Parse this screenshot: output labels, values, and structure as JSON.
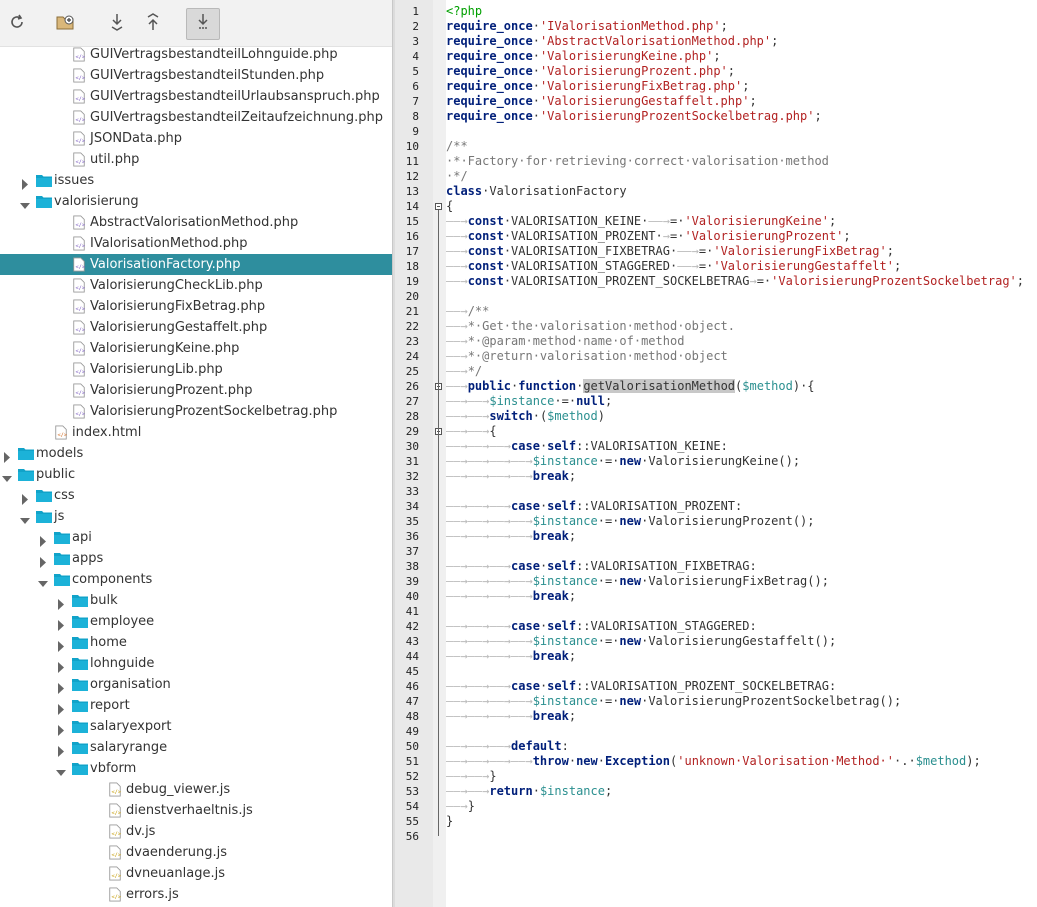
{
  "toolbar": {
    "buttons": [
      {
        "icon": "refresh-icon"
      },
      {
        "icon": "new-folder-icon"
      },
      {
        "icon": "collapse-icon"
      },
      {
        "icon": "expand-icon"
      },
      {
        "icon": "sync-editor-icon",
        "active": true
      }
    ]
  },
  "tree": [
    {
      "label": "GUIVertragsbestandteilLohnguide.php",
      "depth": 4,
      "type": "php"
    },
    {
      "label": "GUIVertragsbestandteilStunden.php",
      "depth": 4,
      "type": "php"
    },
    {
      "label": "GUIVertragsbestandteilUrlaubsanspruch.php",
      "depth": 4,
      "type": "php"
    },
    {
      "label": "GUIVertragsbestandteilZeitaufzeichnung.php",
      "depth": 4,
      "type": "php"
    },
    {
      "label": "JSONData.php",
      "depth": 4,
      "type": "php"
    },
    {
      "label": "util.php",
      "depth": 4,
      "type": "php"
    },
    {
      "label": "issues",
      "depth": 2,
      "type": "folder",
      "expanded": false
    },
    {
      "label": "valorisierung",
      "depth": 2,
      "type": "folder",
      "expanded": true
    },
    {
      "label": "AbstractValorisationMethod.php",
      "depth": 4,
      "type": "php"
    },
    {
      "label": "IValorisationMethod.php",
      "depth": 4,
      "type": "php"
    },
    {
      "label": "ValorisationFactory.php",
      "depth": 4,
      "type": "php",
      "selected": true
    },
    {
      "label": "ValorisierungCheckLib.php",
      "depth": 4,
      "type": "php"
    },
    {
      "label": "ValorisierungFixBetrag.php",
      "depth": 4,
      "type": "php"
    },
    {
      "label": "ValorisierungGestaffelt.php",
      "depth": 4,
      "type": "php"
    },
    {
      "label": "ValorisierungKeine.php",
      "depth": 4,
      "type": "php"
    },
    {
      "label": "ValorisierungLib.php",
      "depth": 4,
      "type": "php"
    },
    {
      "label": "ValorisierungProzent.php",
      "depth": 4,
      "type": "php"
    },
    {
      "label": "ValorisierungProzentSockelbetrag.php",
      "depth": 4,
      "type": "php"
    },
    {
      "label": "index.html",
      "depth": 3,
      "type": "html"
    },
    {
      "label": "models",
      "depth": 1,
      "type": "folder",
      "expanded": false
    },
    {
      "label": "public",
      "depth": 1,
      "type": "folder",
      "expanded": true
    },
    {
      "label": "css",
      "depth": 2,
      "type": "folder",
      "expanded": false
    },
    {
      "label": "js",
      "depth": 2,
      "type": "folder",
      "expanded": true
    },
    {
      "label": "api",
      "depth": 3,
      "type": "folder",
      "expanded": false
    },
    {
      "label": "apps",
      "depth": 3,
      "type": "folder",
      "expanded": false
    },
    {
      "label": "components",
      "depth": 3,
      "type": "folder",
      "expanded": true
    },
    {
      "label": "bulk",
      "depth": 4,
      "type": "folder",
      "expanded": false
    },
    {
      "label": "employee",
      "depth": 4,
      "type": "folder",
      "expanded": false
    },
    {
      "label": "home",
      "depth": 4,
      "type": "folder",
      "expanded": false
    },
    {
      "label": "lohnguide",
      "depth": 4,
      "type": "folder",
      "expanded": false
    },
    {
      "label": "organisation",
      "depth": 4,
      "type": "folder",
      "expanded": false
    },
    {
      "label": "report",
      "depth": 4,
      "type": "folder",
      "expanded": false
    },
    {
      "label": "salaryexport",
      "depth": 4,
      "type": "folder",
      "expanded": false
    },
    {
      "label": "salaryrange",
      "depth": 4,
      "type": "folder",
      "expanded": false
    },
    {
      "label": "vbform",
      "depth": 4,
      "type": "folder",
      "expanded": true
    },
    {
      "label": "debug_viewer.js",
      "depth": 6,
      "type": "js"
    },
    {
      "label": "dienstverhaeltnis.js",
      "depth": 6,
      "type": "js"
    },
    {
      "label": "dv.js",
      "depth": 6,
      "type": "js"
    },
    {
      "label": "dvaenderung.js",
      "depth": 6,
      "type": "js"
    },
    {
      "label": "dvneuanlage.js",
      "depth": 6,
      "type": "js"
    },
    {
      "label": "errors.js",
      "depth": 6,
      "type": "js"
    }
  ],
  "editor": {
    "colors": {
      "keyword": "#001f7a",
      "string": "#b22222",
      "comment": "#777777",
      "tag": "#00a000",
      "variable": "#2a8f8f",
      "selection": "#2e8e9e"
    },
    "lines": [
      [
        [
          "tg",
          "<?php"
        ]
      ],
      [
        [
          "kw",
          "require_once"
        ],
        [
          "",
          "·"
        ],
        [
          "st",
          "'IValorisationMethod.php'"
        ],
        [
          "",
          ";"
        ]
      ],
      [
        [
          "kw",
          "require_once"
        ],
        [
          "",
          "·"
        ],
        [
          "st",
          "'AbstractValorisationMethod.php'"
        ],
        [
          "",
          ";"
        ]
      ],
      [
        [
          "kw",
          "require_once"
        ],
        [
          "",
          "·"
        ],
        [
          "st",
          "'ValorisierungKeine.php'"
        ],
        [
          "",
          ";"
        ]
      ],
      [
        [
          "kw",
          "require_once"
        ],
        [
          "",
          "·"
        ],
        [
          "st",
          "'ValorisierungProzent.php'"
        ],
        [
          "",
          ";"
        ]
      ],
      [
        [
          "kw",
          "require_once"
        ],
        [
          "",
          "·"
        ],
        [
          "st",
          "'ValorisierungFixBetrag.php'"
        ],
        [
          "",
          ";"
        ]
      ],
      [
        [
          "kw",
          "require_once"
        ],
        [
          "",
          "·"
        ],
        [
          "st",
          "'ValorisierungGestaffelt.php'"
        ],
        [
          "",
          ";"
        ]
      ],
      [
        [
          "kw",
          "require_once"
        ],
        [
          "",
          "·"
        ],
        [
          "st",
          "'ValorisierungProzentSockelbetrag.php'"
        ],
        [
          "",
          ";"
        ]
      ],
      [],
      [
        [
          "cm",
          "/**"
        ]
      ],
      [
        [
          "cm",
          "·*·Factory·for·retrieving·correct·valorisation·method"
        ]
      ],
      [
        [
          "cm",
          "·*/"
        ]
      ],
      [
        [
          "kw",
          "class"
        ],
        [
          "",
          "·ValorisationFactory"
        ]
      ],
      [
        [
          "",
          "{"
        ]
      ],
      [
        [
          "tab",
          "——→"
        ],
        [
          "kw",
          "const"
        ],
        [
          "",
          "·VALORISATION_KEINE·"
        ],
        [
          "tab",
          "——→"
        ],
        [
          "",
          "=·"
        ],
        [
          "st",
          "'ValorisierungKeine'"
        ],
        [
          "",
          ";"
        ]
      ],
      [
        [
          "tab",
          "——→"
        ],
        [
          "kw",
          "const"
        ],
        [
          "",
          "·VALORISATION_PROZENT·"
        ],
        [
          "tab",
          "→"
        ],
        [
          "",
          "=·"
        ],
        [
          "st",
          "'ValorisierungProzent'"
        ],
        [
          "",
          ";"
        ]
      ],
      [
        [
          "tab",
          "——→"
        ],
        [
          "kw",
          "const"
        ],
        [
          "",
          "·VALORISATION_FIXBETRAG·"
        ],
        [
          "tab",
          "——→"
        ],
        [
          "",
          "=·"
        ],
        [
          "st",
          "'ValorisierungFixBetrag'"
        ],
        [
          "",
          ";"
        ]
      ],
      [
        [
          "tab",
          "——→"
        ],
        [
          "kw",
          "const"
        ],
        [
          "",
          "·VALORISATION_STAGGERED·"
        ],
        [
          "tab",
          "——→"
        ],
        [
          "",
          "=·"
        ],
        [
          "st",
          "'ValorisierungGestaffelt'"
        ],
        [
          "",
          ";"
        ]
      ],
      [
        [
          "tab",
          "——→"
        ],
        [
          "kw",
          "const"
        ],
        [
          "",
          "·VALORISATION_PROZENT_SOCKELBETRAG"
        ],
        [
          "tab",
          "→"
        ],
        [
          "",
          "=·"
        ],
        [
          "st",
          "'ValorisierungProzentSockelbetrag'"
        ],
        [
          "",
          ";"
        ]
      ],
      [],
      [
        [
          "tab",
          "——→"
        ],
        [
          "cm",
          "/**"
        ]
      ],
      [
        [
          "tab",
          "——→"
        ],
        [
          "cm",
          "*·Get·the·valorisation·method·object."
        ]
      ],
      [
        [
          "tab",
          "——→"
        ],
        [
          "cm",
          "*·@param·method·name·of·method"
        ]
      ],
      [
        [
          "tab",
          "——→"
        ],
        [
          "cm",
          "*·@return·valorisation·method·object"
        ]
      ],
      [
        [
          "tab",
          "——→"
        ],
        [
          "cm",
          "*/"
        ]
      ],
      [
        [
          "tab",
          "——→"
        ],
        [
          "kw",
          "public"
        ],
        [
          "",
          "·"
        ],
        [
          "kw",
          "function"
        ],
        [
          "",
          "·"
        ],
        [
          "hl",
          "getValorisationMethod"
        ],
        [
          "",
          "("
        ],
        [
          "vr",
          "$method"
        ],
        [
          "",
          ")·{"
        ]
      ],
      [
        [
          "tab",
          "——→——→"
        ],
        [
          "vr",
          "$instance"
        ],
        [
          "",
          "·=·"
        ],
        [
          "kw",
          "null"
        ],
        [
          "",
          ";"
        ]
      ],
      [
        [
          "tab",
          "——→——→"
        ],
        [
          "kw",
          "switch"
        ],
        [
          "",
          "·("
        ],
        [
          "vr",
          "$method"
        ],
        [
          "",
          ")"
        ]
      ],
      [
        [
          "tab",
          "——→——→"
        ],
        [
          "",
          "{"
        ]
      ],
      [
        [
          "tab",
          "——→——→——→"
        ],
        [
          "kw",
          "case"
        ],
        [
          "",
          "·"
        ],
        [
          "kw",
          "self"
        ],
        [
          "",
          "::VALORISATION_KEINE:"
        ]
      ],
      [
        [
          "tab",
          "——→——→——→——→"
        ],
        [
          "vr",
          "$instance"
        ],
        [
          "",
          "·=·"
        ],
        [
          "kw",
          "new"
        ],
        [
          "",
          "·ValorisierungKeine();"
        ]
      ],
      [
        [
          "tab",
          "——→——→——→——→"
        ],
        [
          "kw",
          "break"
        ],
        [
          "",
          ";"
        ]
      ],
      [],
      [
        [
          "tab",
          "——→——→——→"
        ],
        [
          "kw",
          "case"
        ],
        [
          "",
          "·"
        ],
        [
          "kw",
          "self"
        ],
        [
          "",
          "::VALORISATION_PROZENT:"
        ]
      ],
      [
        [
          "tab",
          "——→——→——→——→"
        ],
        [
          "vr",
          "$instance"
        ],
        [
          "",
          "·=·"
        ],
        [
          "kw",
          "new"
        ],
        [
          "",
          "·ValorisierungProzent();"
        ]
      ],
      [
        [
          "tab",
          "——→——→——→——→"
        ],
        [
          "kw",
          "break"
        ],
        [
          "",
          ";"
        ]
      ],
      [],
      [
        [
          "tab",
          "——→——→——→"
        ],
        [
          "kw",
          "case"
        ],
        [
          "",
          "·"
        ],
        [
          "kw",
          "self"
        ],
        [
          "",
          "::VALORISATION_FIXBETRAG:"
        ]
      ],
      [
        [
          "tab",
          "——→——→——→——→"
        ],
        [
          "vr",
          "$instance"
        ],
        [
          "",
          "·=·"
        ],
        [
          "kw",
          "new"
        ],
        [
          "",
          "·ValorisierungFixBetrag();"
        ]
      ],
      [
        [
          "tab",
          "——→——→——→——→"
        ],
        [
          "kw",
          "break"
        ],
        [
          "",
          ";"
        ]
      ],
      [],
      [
        [
          "tab",
          "——→——→——→"
        ],
        [
          "kw",
          "case"
        ],
        [
          "",
          "·"
        ],
        [
          "kw",
          "self"
        ],
        [
          "",
          "::VALORISATION_STAGGERED:"
        ]
      ],
      [
        [
          "tab",
          "——→——→——→——→"
        ],
        [
          "vr",
          "$instance"
        ],
        [
          "",
          "·=·"
        ],
        [
          "kw",
          "new"
        ],
        [
          "",
          "·ValorisierungGestaffelt();"
        ]
      ],
      [
        [
          "tab",
          "——→——→——→——→"
        ],
        [
          "kw",
          "break"
        ],
        [
          "",
          ";"
        ]
      ],
      [],
      [
        [
          "tab",
          "——→——→——→"
        ],
        [
          "kw",
          "case"
        ],
        [
          "",
          "·"
        ],
        [
          "kw",
          "self"
        ],
        [
          "",
          "::VALORISATION_PROZENT_SOCKELBETRAG:"
        ]
      ],
      [
        [
          "tab",
          "——→——→——→——→"
        ],
        [
          "vr",
          "$instance"
        ],
        [
          "",
          "·=·"
        ],
        [
          "kw",
          "new"
        ],
        [
          "",
          "·ValorisierungProzentSockelbetrag();"
        ]
      ],
      [
        [
          "tab",
          "——→——→——→——→"
        ],
        [
          "kw",
          "break"
        ],
        [
          "",
          ";"
        ]
      ],
      [],
      [
        [
          "tab",
          "——→——→——→"
        ],
        [
          "kw",
          "default"
        ],
        [
          "",
          ":"
        ]
      ],
      [
        [
          "tab",
          "——→——→——→——→"
        ],
        [
          "kw",
          "throw"
        ],
        [
          "",
          "·"
        ],
        [
          "kw",
          "new"
        ],
        [
          "",
          "·"
        ],
        [
          "kw",
          "Exception"
        ],
        [
          "",
          "("
        ],
        [
          "st",
          "'unknown·Valorisation·Method·'"
        ],
        [
          "",
          "·.·"
        ],
        [
          "vr",
          "$method"
        ],
        [
          "",
          ");"
        ]
      ],
      [
        [
          "tab",
          "——→——→"
        ],
        [
          "",
          "}"
        ]
      ],
      [
        [
          "tab",
          "——→——→"
        ],
        [
          "kw",
          "return"
        ],
        [
          "",
          "·"
        ],
        [
          "vr",
          "$instance"
        ],
        [
          "",
          ";"
        ]
      ],
      [
        [
          "tab",
          "——→"
        ],
        [
          "",
          "}"
        ]
      ],
      [
        [
          "",
          "}"
        ]
      ],
      []
    ]
  }
}
